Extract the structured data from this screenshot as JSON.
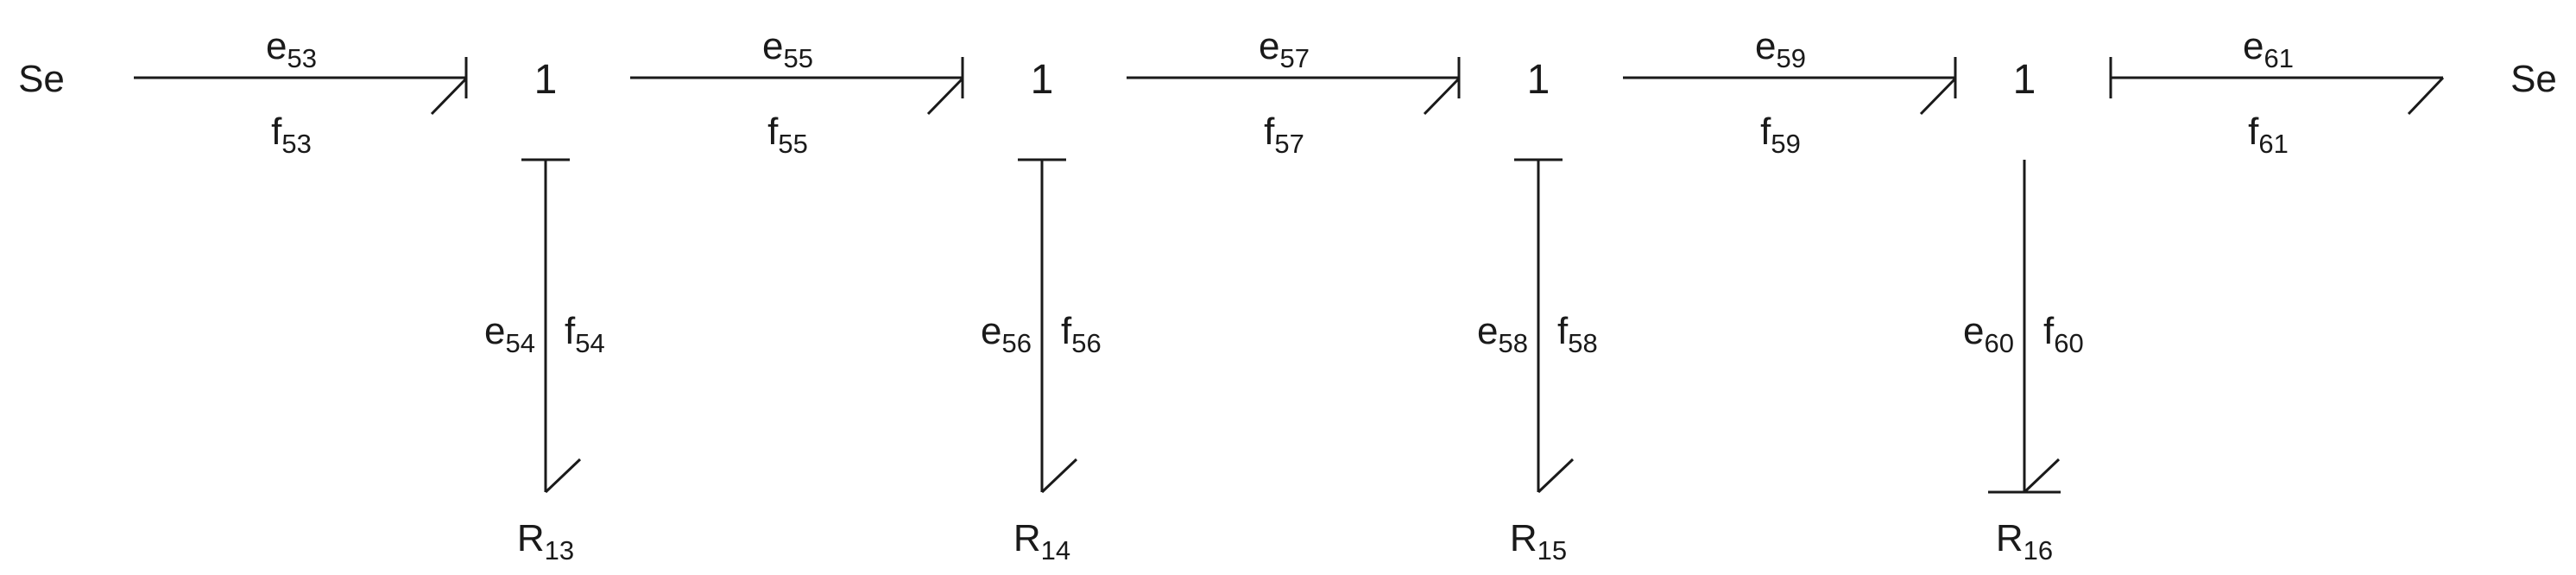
{
  "diagram": {
    "sources": {
      "left": "Se",
      "right": "Se"
    },
    "junctions": [
      "1",
      "1",
      "1",
      "1"
    ],
    "horizontal_bonds": [
      {
        "e": "e",
        "e_sub": "53",
        "f": "f",
        "f_sub": "53"
      },
      {
        "e": "e",
        "e_sub": "55",
        "f": "f",
        "f_sub": "55"
      },
      {
        "e": "e",
        "e_sub": "57",
        "f": "f",
        "f_sub": "57"
      },
      {
        "e": "e",
        "e_sub": "59",
        "f": "f",
        "f_sub": "59"
      },
      {
        "e": "e",
        "e_sub": "61",
        "f": "f",
        "f_sub": "61"
      }
    ],
    "vertical_bonds": [
      {
        "e": "e",
        "e_sub": "54",
        "f": "f",
        "f_sub": "54"
      },
      {
        "e": "e",
        "e_sub": "56",
        "f": "f",
        "f_sub": "56"
      },
      {
        "e": "e",
        "e_sub": "58",
        "f": "f",
        "f_sub": "58"
      },
      {
        "e": "e",
        "e_sub": "60",
        "f": "f",
        "f_sub": "60"
      }
    ],
    "resistors": [
      {
        "name": "R",
        "sub": "13"
      },
      {
        "name": "R",
        "sub": "14"
      },
      {
        "name": "R",
        "sub": "15"
      },
      {
        "name": "R",
        "sub": "16"
      }
    ]
  }
}
